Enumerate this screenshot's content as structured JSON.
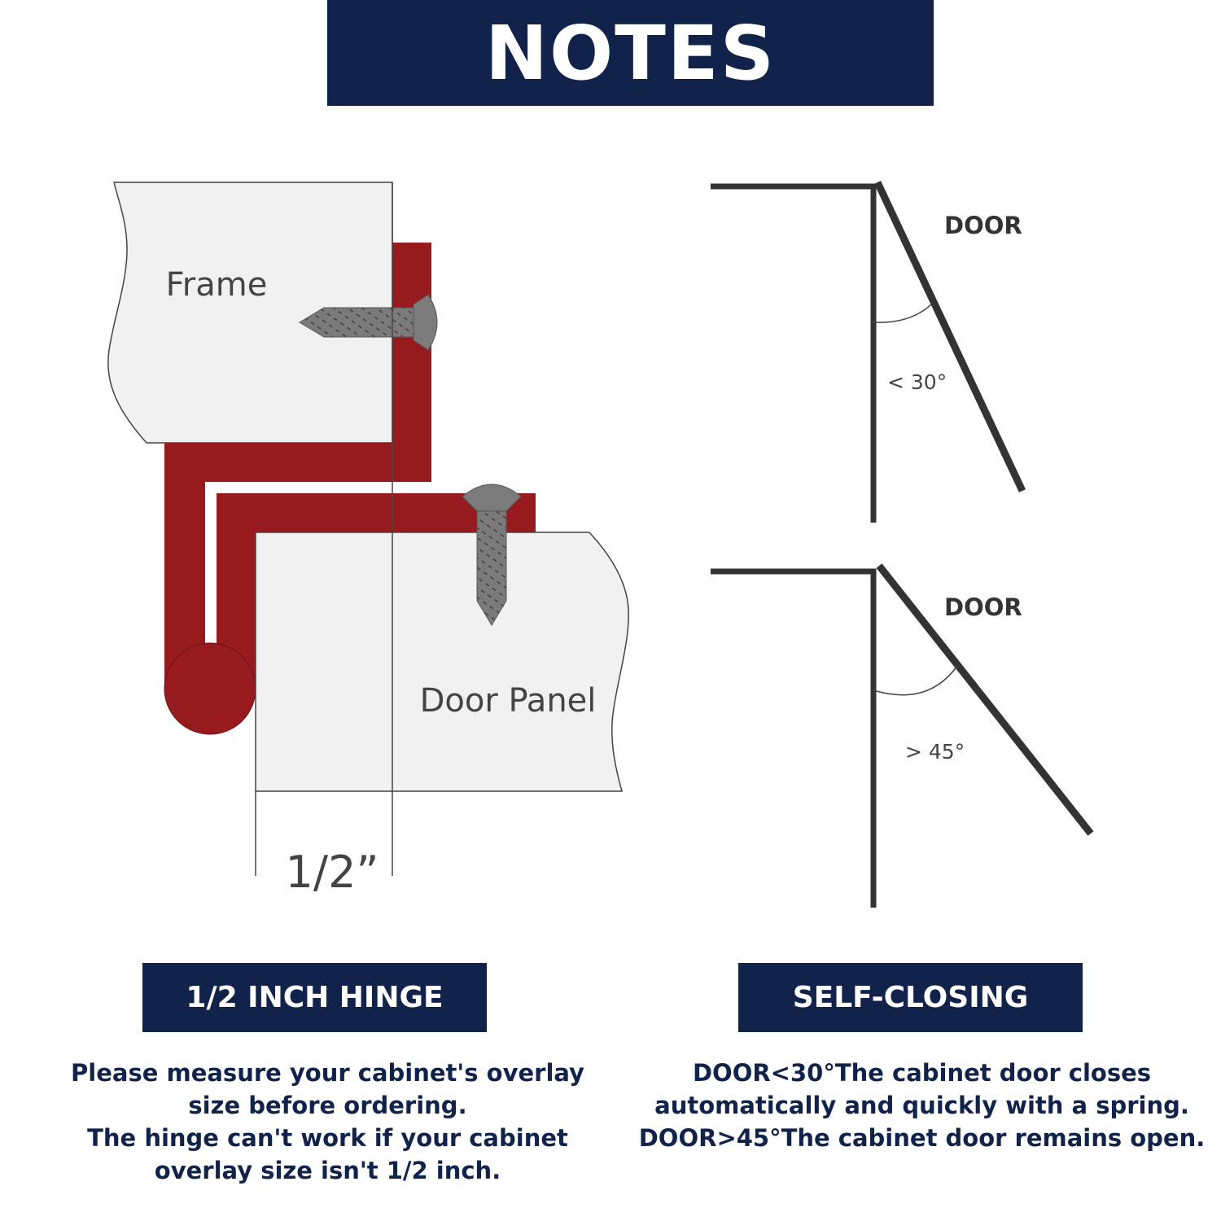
{
  "title": "NOTES",
  "hinge_diagram": {
    "frame_label": "Frame",
    "door_panel_label": "Door Panel",
    "overlay_label": "1/2”"
  },
  "angle_diagrams": [
    {
      "door_label": "DOOR",
      "angle_label": "< 30°"
    },
    {
      "door_label": "DOOR",
      "angle_label": "> 45°"
    }
  ],
  "left_section": {
    "heading": "1/2 INCH HINGE",
    "lines": [
      "Please measure your cabinet's overlay",
      "size before ordering.",
      "The hinge can't work if your cabinet",
      "overlay size isn't 1/2 inch."
    ]
  },
  "right_section": {
    "heading": "SELF-CLOSING",
    "lines": [
      "DOOR<30°The cabinet door closes",
      "automatically and quickly with a spring.",
      "DOOR>45°The cabinet door remains open."
    ]
  },
  "colors": {
    "navy": "#12234b",
    "hinge_red": "#971b1e",
    "panel_fill": "#f1f1f1",
    "screw_gray": "#7b7b7b",
    "line_dark": "#333333"
  }
}
